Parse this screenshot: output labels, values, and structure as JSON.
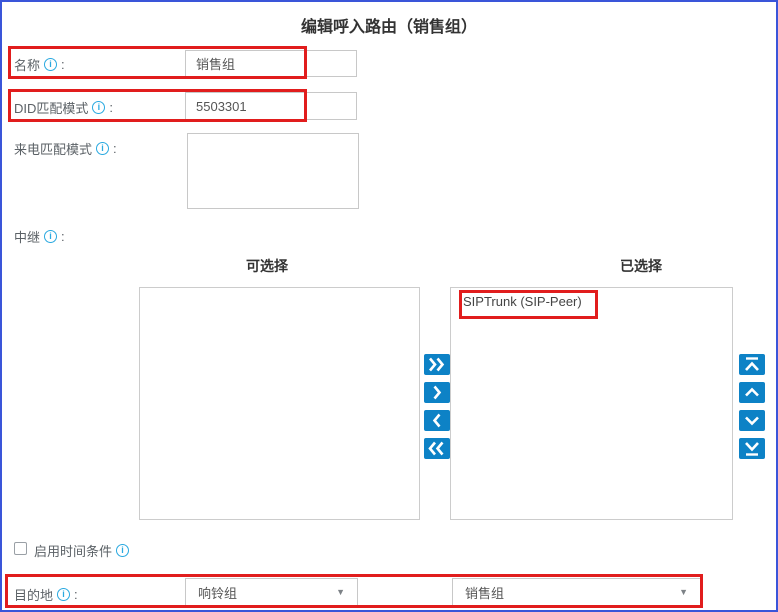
{
  "title": "编辑呼入路由（销售组）",
  "punctuation": {
    "colon": ":"
  },
  "form": {
    "name": {
      "label": "名称",
      "value": "销售组"
    },
    "did_pattern": {
      "label": "DID匹配模式",
      "value": "5503301"
    },
    "cid_pattern": {
      "label": "来电匹配模式",
      "value": ""
    },
    "trunk": {
      "label": "中继",
      "available_header": "可选择",
      "selected_header": "已选择",
      "available_items": [],
      "selected_items": [
        "SIPTrunk (SIP-Peer)"
      ]
    },
    "time_condition": {
      "label": "启用时间条件",
      "checked": false
    },
    "destination": {
      "label": "目的地",
      "primary_value": "响铃组",
      "secondary_value": "销售组"
    }
  },
  "icons": {
    "info_glyph": "i",
    "dropdown_arrow": "▼",
    "transfer_buttons": [
      "move-all-right",
      "move-right",
      "move-left",
      "move-all-left"
    ],
    "order_buttons": [
      "move-to-top",
      "move-up",
      "move-down",
      "move-to-bottom"
    ]
  },
  "colors": {
    "page_border": "#3a55d9",
    "annotation_red": "#e11d1d",
    "action_button_blue": "#0d82c6",
    "info_icon_cyan": "#2aa9e0"
  }
}
